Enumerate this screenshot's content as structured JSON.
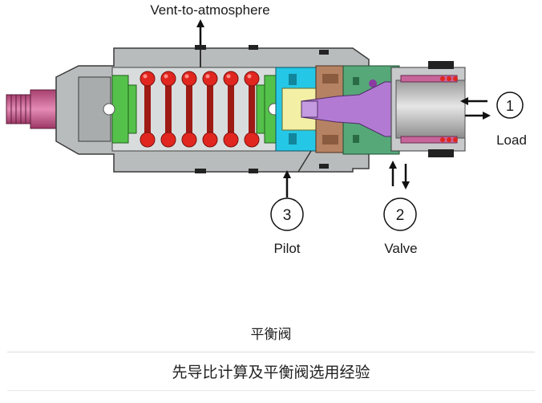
{
  "diagram": {
    "labels": {
      "vent": "Vent-to-atmosphere",
      "load": "Load",
      "pilot": "Pilot",
      "valve": "Valve"
    },
    "ports": {
      "load_number": "1",
      "valve_number": "2",
      "pilot_number": "3"
    }
  },
  "captions": {
    "figure_title": "平衡阀",
    "article_title": "先导比计算及平衡阀选用经验"
  },
  "colors": {
    "body_gray": "#b9bcbd",
    "spring_red": "#e0261f",
    "green_part": "#54c24a",
    "cyan_part": "#25c7e6",
    "yellow_part": "#f3f0a6",
    "brown_part": "#b58363",
    "purple_part": "#b27ad3",
    "teal_part": "#56a879",
    "pink_part": "#c7659b"
  }
}
